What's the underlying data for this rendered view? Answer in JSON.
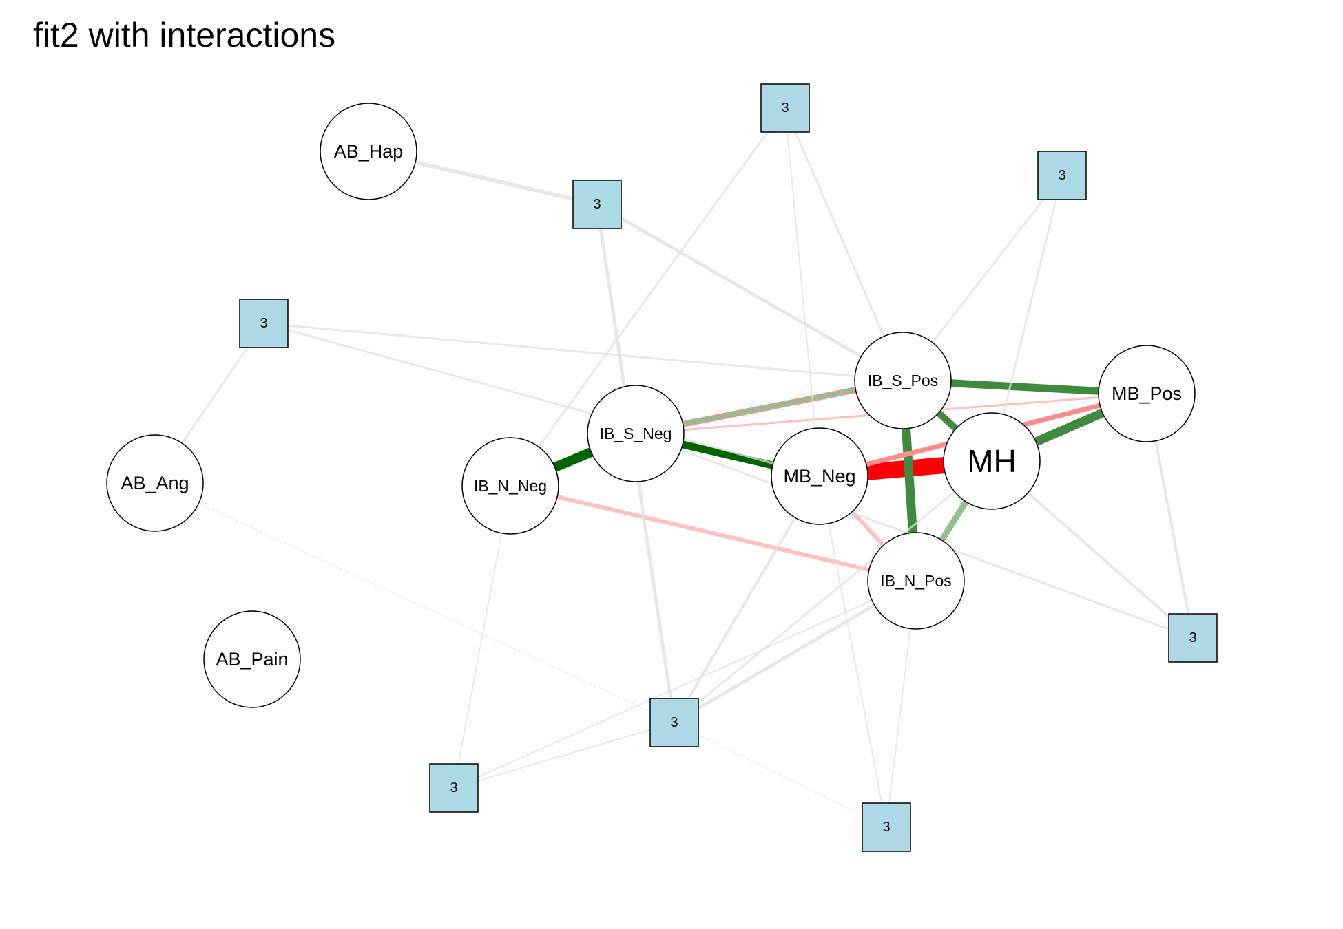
{
  "title": "fit2 with interactions",
  "colors": {
    "positive_strong": "#006400",
    "positive_mid": "#3f8a3f",
    "positive_light": "#90bf90",
    "negative_strong": "#ff0000",
    "negative_mid": "#ff8c8c",
    "negative_light": "#ffc0c0",
    "neutral": "#e0e0e0",
    "factor_fill": "#add8e6",
    "node_fill": "#ffffff"
  },
  "nodes": [
    {
      "id": "AB_Hap",
      "label": "AB_Hap",
      "type": "variable"
    },
    {
      "id": "AB_Ang",
      "label": "AB_Ang",
      "type": "variable"
    },
    {
      "id": "AB_Pain",
      "label": "AB_Pain",
      "type": "variable"
    },
    {
      "id": "IB_S_Neg",
      "label": "IB_S_Neg",
      "type": "variable"
    },
    {
      "id": "IB_N_Neg",
      "label": "IB_N_Neg",
      "type": "variable"
    },
    {
      "id": "MB_Neg",
      "label": "MB_Neg",
      "type": "variable"
    },
    {
      "id": "IB_S_Pos",
      "label": "IB_S_Pos",
      "type": "variable"
    },
    {
      "id": "MB_Pos",
      "label": "MB_Pos",
      "type": "variable"
    },
    {
      "id": "MH",
      "label": "MH",
      "type": "variable"
    },
    {
      "id": "IB_N_Pos",
      "label": "IB_N_Pos",
      "type": "variable"
    },
    {
      "id": "F1",
      "label": "3",
      "type": "factor"
    },
    {
      "id": "F2",
      "label": "3",
      "type": "factor"
    },
    {
      "id": "F3",
      "label": "3",
      "type": "factor"
    },
    {
      "id": "F4",
      "label": "3",
      "type": "factor"
    },
    {
      "id": "F5",
      "label": "3",
      "type": "factor"
    },
    {
      "id": "F6",
      "label": "3",
      "type": "factor"
    },
    {
      "id": "F7",
      "label": "3",
      "type": "factor"
    },
    {
      "id": "F8",
      "label": "3",
      "type": "factor"
    }
  ],
  "edges": [
    {
      "from": "IB_N_Neg",
      "to": "IB_S_Neg",
      "sign": "positive_strong",
      "weight": 14
    },
    {
      "from": "IB_S_Neg",
      "to": "MB_Neg",
      "sign": "positive_strong",
      "weight": 11
    },
    {
      "from": "MB_Neg",
      "to": "MH",
      "sign": "negative_strong",
      "weight": 24
    },
    {
      "from": "IB_S_Neg",
      "to": "IB_S_Pos",
      "sign": "negative_mid",
      "weight": 9
    },
    {
      "from": "IB_S_Neg",
      "to": "IB_S_Pos",
      "sign": "positive_light",
      "weight": 6
    },
    {
      "from": "IB_S_Pos",
      "to": "MB_Pos",
      "sign": "positive_mid",
      "weight": 11
    },
    {
      "from": "IB_S_Pos",
      "to": "MH",
      "sign": "positive_mid",
      "weight": 10
    },
    {
      "from": "IB_S_Pos",
      "to": "IB_N_Pos",
      "sign": "positive_mid",
      "weight": 13
    },
    {
      "from": "MH",
      "to": "MB_Pos",
      "sign": "positive_mid",
      "weight": 13
    },
    {
      "from": "MH",
      "to": "IB_N_Pos",
      "sign": "positive_light",
      "weight": 9
    },
    {
      "from": "MB_Neg",
      "to": "MB_Pos",
      "sign": "negative_mid",
      "weight": 7
    },
    {
      "from": "MB_Neg",
      "to": "IB_N_Pos",
      "sign": "negative_light",
      "weight": 6
    },
    {
      "from": "IB_N_Neg",
      "to": "IB_N_Pos",
      "sign": "negative_light",
      "weight": 6
    },
    {
      "from": "IB_S_Neg",
      "to": "MB_Pos",
      "sign": "negative_light",
      "weight": 3
    },
    {
      "from": "AB_Hap",
      "to": "F1",
      "sign": "neutral",
      "weight": 6
    },
    {
      "from": "F1",
      "to": "IB_S_Pos",
      "sign": "neutral",
      "weight": 5
    },
    {
      "from": "F1",
      "to": "F5",
      "sign": "neutral",
      "weight": 5
    },
    {
      "from": "F2",
      "to": "IB_S_Pos",
      "sign": "neutral",
      "weight": 3
    },
    {
      "from": "F2",
      "to": "IB_N_Neg",
      "sign": "neutral",
      "weight": 3
    },
    {
      "from": "F2",
      "to": "MB_Neg",
      "sign": "neutral",
      "weight": 2
    },
    {
      "from": "F3",
      "to": "IB_S_Pos",
      "sign": "neutral",
      "weight": 3
    },
    {
      "from": "F3",
      "to": "MH",
      "sign": "neutral",
      "weight": 3
    },
    {
      "from": "F4",
      "to": "AB_Ang",
      "sign": "neutral",
      "weight": 3
    },
    {
      "from": "F4",
      "to": "IB_S_Pos",
      "sign": "neutral",
      "weight": 3
    },
    {
      "from": "F4",
      "to": "MB_Neg",
      "sign": "neutral",
      "weight": 3
    },
    {
      "from": "F5",
      "to": "MB_Neg",
      "sign": "neutral",
      "weight": 4
    },
    {
      "from": "F5",
      "to": "IB_N_Pos",
      "sign": "neutral",
      "weight": 5
    },
    {
      "from": "F5",
      "to": "MH",
      "sign": "neutral",
      "weight": 3
    },
    {
      "from": "F6",
      "to": "IB_N_Neg",
      "sign": "neutral",
      "weight": 2
    },
    {
      "from": "F6",
      "to": "IB_N_Pos",
      "sign": "neutral",
      "weight": 2
    },
    {
      "from": "F6",
      "to": "F5",
      "sign": "neutral",
      "weight": 2
    },
    {
      "from": "F7",
      "to": "IB_N_Pos",
      "sign": "neutral",
      "weight": 2
    },
    {
      "from": "F7",
      "to": "F5",
      "sign": "neutral",
      "weight": 1
    },
    {
      "from": "F7",
      "to": "MB_Neg",
      "sign": "neutral",
      "weight": 2
    },
    {
      "from": "F8",
      "to": "MB_Pos",
      "sign": "neutral",
      "weight": 4
    },
    {
      "from": "F8",
      "to": "MH",
      "sign": "neutral",
      "weight": 4
    },
    {
      "from": "F8",
      "to": "IB_S_Neg",
      "sign": "neutral",
      "weight": 3
    },
    {
      "from": "AB_Ang",
      "to": "F5",
      "sign": "neutral",
      "weight": 1
    }
  ]
}
